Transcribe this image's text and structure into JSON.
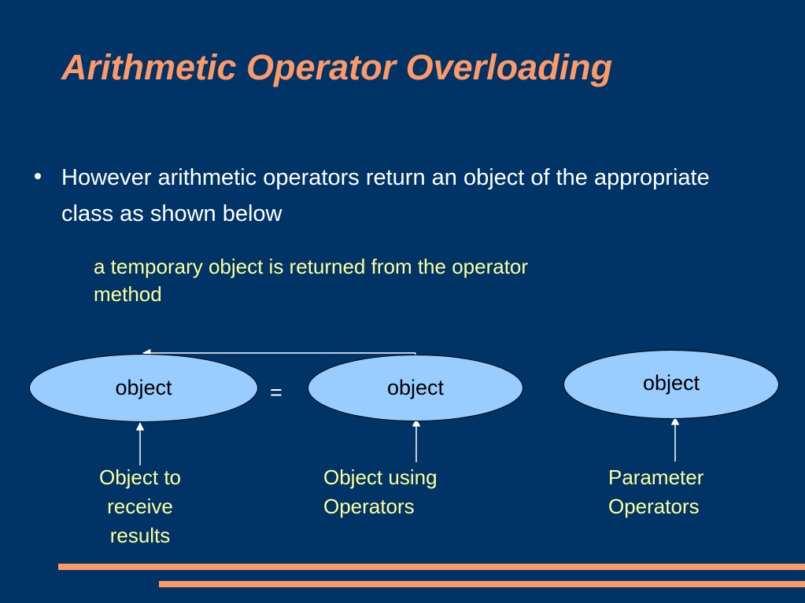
{
  "slide": {
    "title": "Arithmetic Operator Overloading",
    "bullet": "However arithmetic operators return an object of the appropriate class as shown below",
    "note": "a temporary object is returned from the operator method"
  },
  "diagram": {
    "nodes": [
      {
        "id": "result",
        "text": "object"
      },
      {
        "id": "calling",
        "text": "object"
      },
      {
        "id": "parameter",
        "text": "object"
      }
    ],
    "assign_symbol": "=",
    "labels": [
      {
        "id": "result-label",
        "lines": [
          "Object to",
          "receive",
          "results"
        ]
      },
      {
        "id": "calling-label",
        "lines": [
          "Object using",
          "Operators"
        ]
      },
      {
        "id": "parameter-label",
        "lines": [
          "Parameter",
          "Operators"
        ]
      }
    ]
  },
  "colors": {
    "background": "#003366",
    "title": "#ff9966",
    "note_text": "#ffff99",
    "ellipse_fill": "#99ccff",
    "accent_bar": "#ff9966"
  }
}
